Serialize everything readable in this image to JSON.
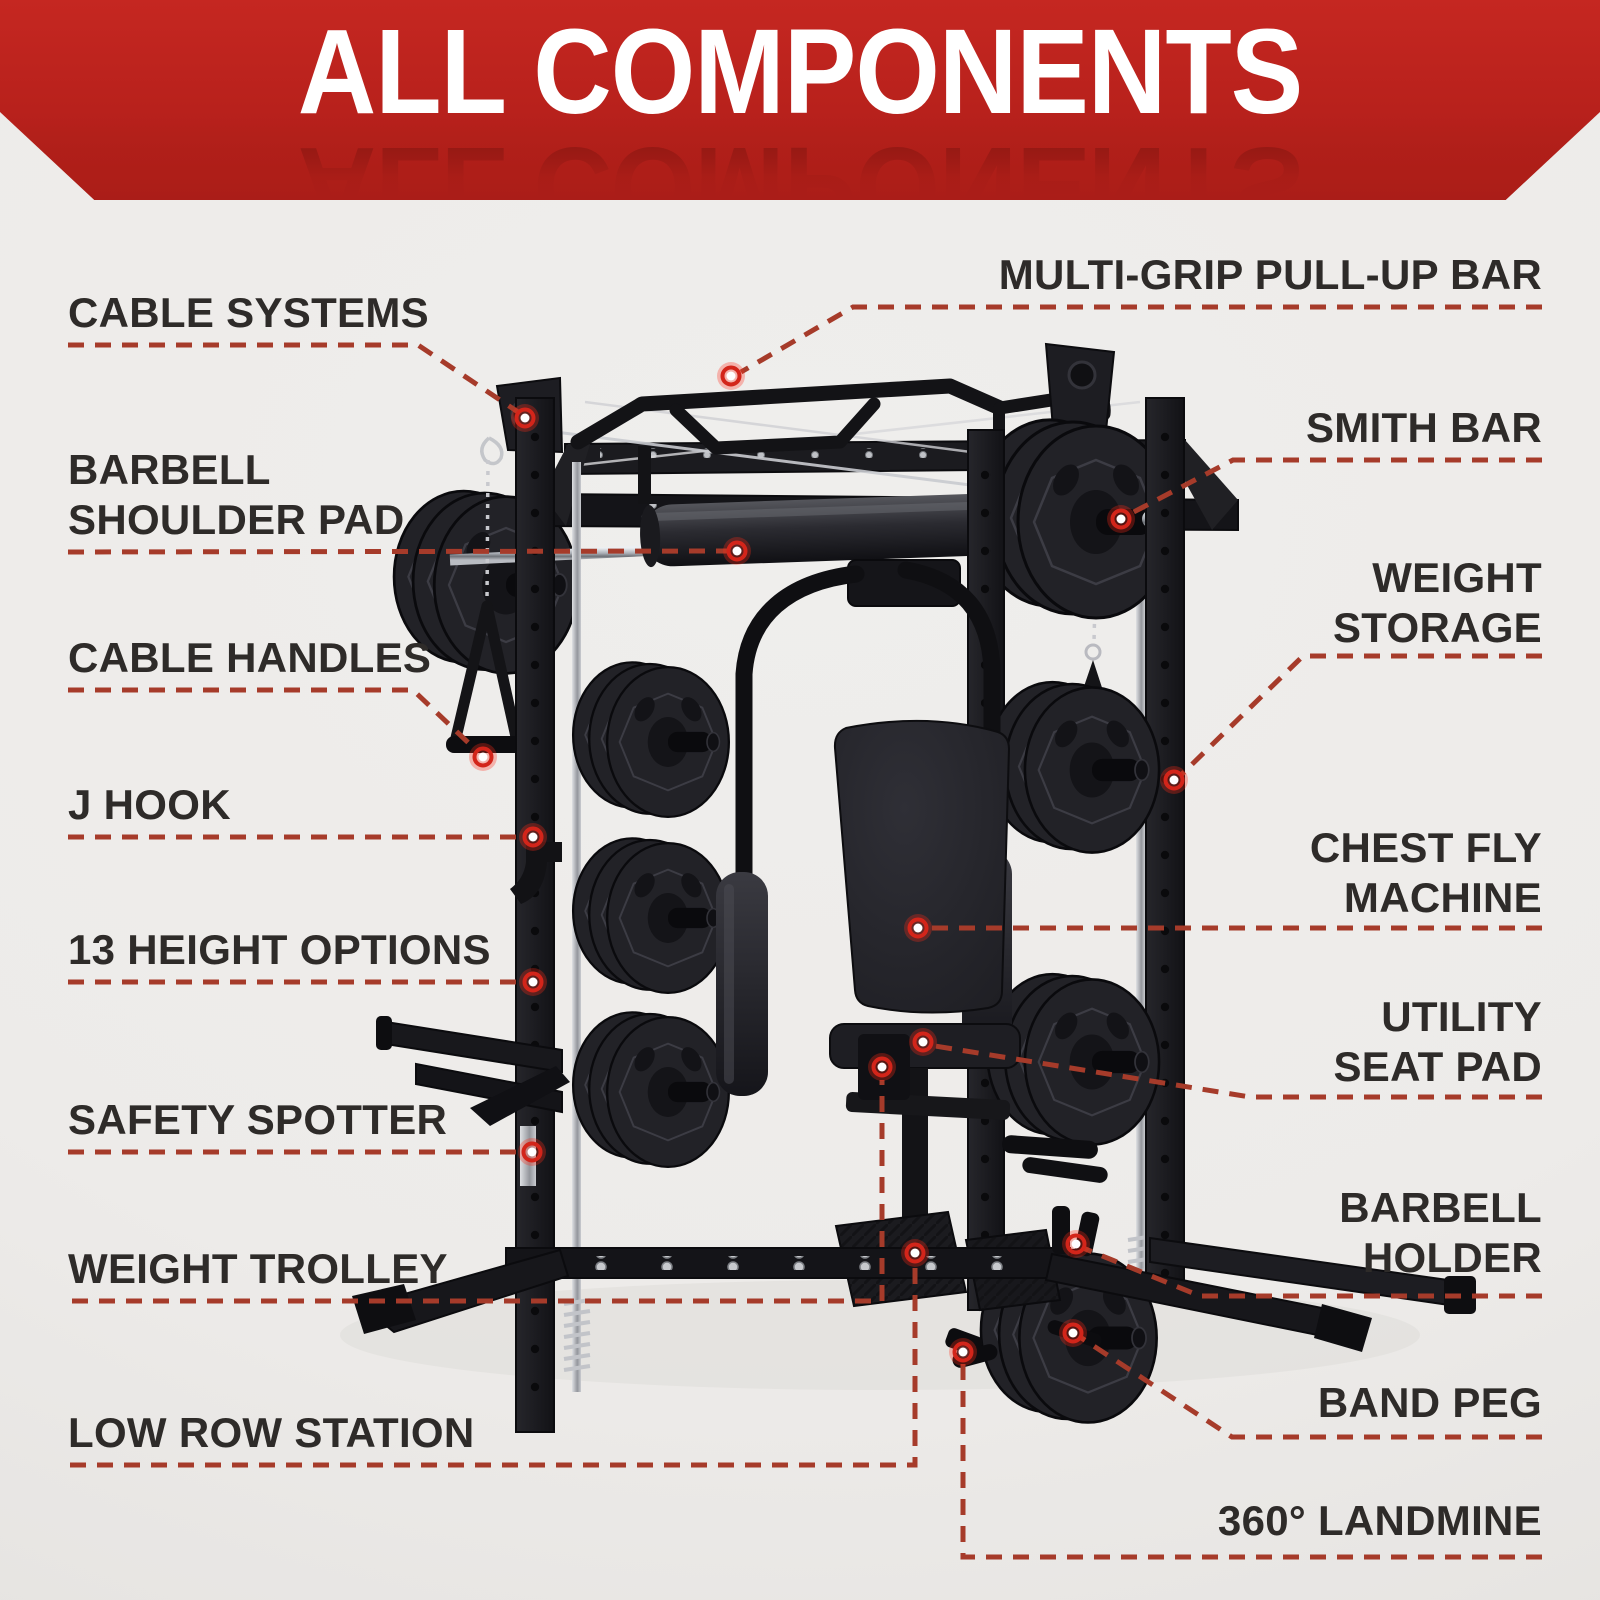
{
  "title": {
    "text": "ALL COMPONENTS"
  },
  "labels": {
    "left": [
      {
        "id": "cable-systems",
        "lines": [
          "CABLE SYSTEMS"
        ]
      },
      {
        "id": "barbell-shoulder-pad",
        "lines": [
          "BARBELL",
          "SHOULDER PAD"
        ]
      },
      {
        "id": "cable-handles",
        "lines": [
          "CABLE HANDLES"
        ]
      },
      {
        "id": "j-hook",
        "lines": [
          "J HOOK"
        ]
      },
      {
        "id": "height-options",
        "lines": [
          "13 HEIGHT OPTIONS"
        ]
      },
      {
        "id": "safety-spotter",
        "lines": [
          "SAFETY SPOTTER"
        ]
      },
      {
        "id": "weight-trolley",
        "lines": [
          "WEIGHT TROLLEY"
        ]
      },
      {
        "id": "low-row-station",
        "lines": [
          "LOW ROW STATION"
        ]
      }
    ],
    "right": [
      {
        "id": "multi-grip-pull-up-bar",
        "lines": [
          "MULTI-GRIP PULL-UP BAR"
        ]
      },
      {
        "id": "smith-bar",
        "lines": [
          "SMITH BAR"
        ]
      },
      {
        "id": "weight-storage",
        "lines": [
          "WEIGHT",
          "STORAGE"
        ]
      },
      {
        "id": "chest-fly-machine",
        "lines": [
          "CHEST FLY",
          "MACHINE"
        ]
      },
      {
        "id": "utility-seat-pad",
        "lines": [
          "UTILITY",
          "SEAT PAD"
        ]
      },
      {
        "id": "barbell-holder",
        "lines": [
          "BARBELL",
          "HOLDER"
        ]
      },
      {
        "id": "band-peg",
        "lines": [
          "BAND PEG"
        ]
      },
      {
        "id": "landmine",
        "lines": [
          "360° LANDMINE"
        ]
      }
    ]
  },
  "colors": {
    "banner_red": "#b8211c",
    "leader_red": "#a63b2a",
    "marker_ring_red": "#d3251a",
    "label_text": "#2e2b29",
    "background": "#edebe9",
    "machine_black": "#17171a",
    "chrome": "#c9cbd0"
  }
}
